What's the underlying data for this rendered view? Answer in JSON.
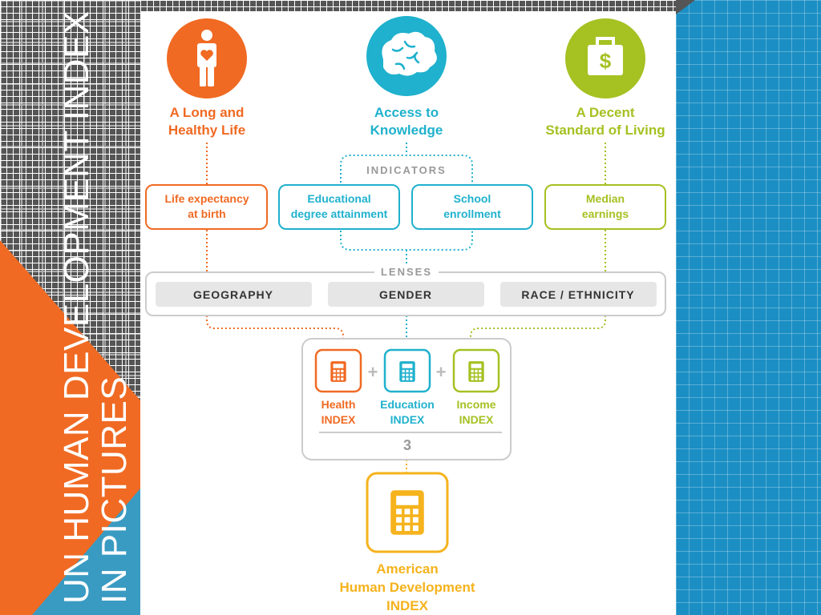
{
  "slide": {
    "title_line1": "UN HUMAN DEVELOPMENT INDEX",
    "title_line2": "IN PICTURES"
  },
  "colors": {
    "orange": "#f06a23",
    "blue": "#1fb1cd",
    "green": "#a5c122",
    "yellow": "#f5b31d",
    "gray": "#999999",
    "slide_blue": "#1b8fc4"
  },
  "dimensions": [
    {
      "label_line1": "A Long and",
      "label_line2": "Healthy Life",
      "icon": "person-heart-icon"
    },
    {
      "label_line1": "Access to",
      "label_line2": "Knowledge",
      "icon": "brain-icon"
    },
    {
      "label_line1": "A Decent",
      "label_line2": "Standard of Living",
      "icon": "money-bag-icon"
    }
  ],
  "indicators_label": "INDICATORS",
  "indicators": [
    {
      "line1": "Life expectancy",
      "line2": "at birth"
    },
    {
      "line1": "Educational",
      "line2": "degree attainment"
    },
    {
      "line1": "School",
      "line2": "enrollment"
    },
    {
      "line1": "Median",
      "line2": "earnings"
    }
  ],
  "lenses_label": "LENSES",
  "lenses": [
    "GEOGRAPHY",
    "GENDER",
    "RACE / ETHNICITY"
  ],
  "indices": [
    {
      "line1": "Health",
      "line2": "INDEX",
      "icon": "calculator-icon"
    },
    {
      "line1": "Education",
      "line2": "INDEX",
      "icon": "calculator-icon"
    },
    {
      "line1": "Income",
      "line2": "INDEX",
      "icon": "calculator-icon"
    }
  ],
  "plus_sign": "+",
  "divisor": "3",
  "result": {
    "line1": "American",
    "line2": "Human Development",
    "line3": "INDEX",
    "icon": "calculator-icon"
  }
}
